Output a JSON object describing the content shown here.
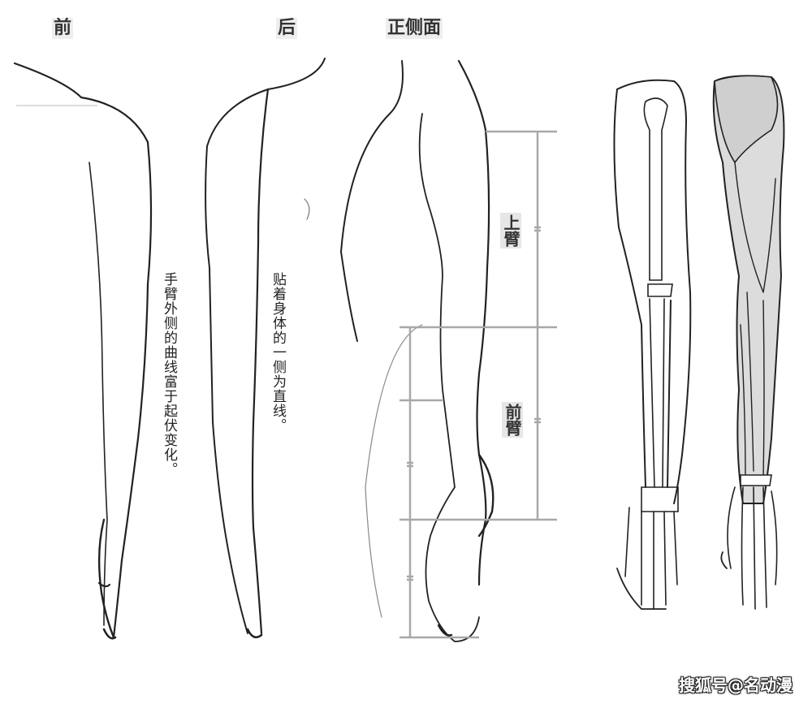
{
  "views": {
    "front": {
      "title": "前"
    },
    "back": {
      "title": "后"
    },
    "side": {
      "title": "正侧面"
    }
  },
  "annotations": {
    "outer_curve": "手臂外侧的曲线富于起伏变化。",
    "inner_straight": "贴着身体的一侧为直线。"
  },
  "segments": {
    "upper_arm": "上臂",
    "forearm": "前臂"
  },
  "anatomy": {
    "skeleton": "skeleton-arm",
    "muscle": "muscle-arm"
  },
  "watermark": "搜狐号@名动漫",
  "colors": {
    "line": "#222222",
    "guide": "#a8a8a8",
    "label_bg": "#e6e6e6",
    "muscle_fill": "#d9d9d9"
  }
}
